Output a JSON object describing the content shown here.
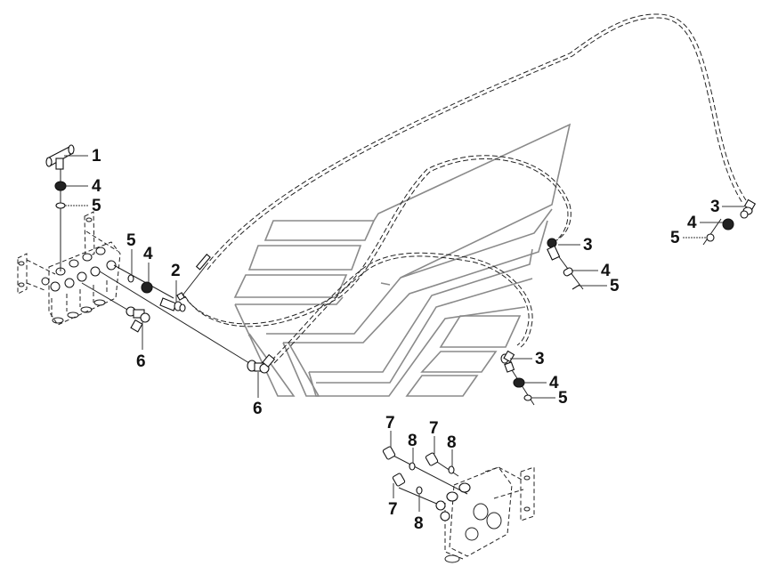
{
  "diagram": {
    "title": "Hydraulic brake line assembly exploded view",
    "callouts": [
      {
        "id": "c1-top",
        "label": "1",
        "part": "tee-fitting"
      },
      {
        "id": "c4-top",
        "label": "4",
        "part": "nut"
      },
      {
        "id": "c5-top",
        "label": "5",
        "part": "o-ring"
      },
      {
        "id": "c5-mid",
        "label": "5",
        "part": "o-ring"
      },
      {
        "id": "c4-mid",
        "label": "4",
        "part": "nut"
      },
      {
        "id": "c2",
        "label": "2",
        "part": "union-fitting"
      },
      {
        "id": "c6-left",
        "label": "6",
        "part": "elbow-fitting"
      },
      {
        "id": "c6-center",
        "label": "6",
        "part": "elbow-fitting"
      },
      {
        "id": "c3-center",
        "label": "3",
        "part": "elbow-fitting"
      },
      {
        "id": "c4-center",
        "label": "4",
        "part": "nut"
      },
      {
        "id": "c5-center",
        "label": "5",
        "part": "o-ring"
      },
      {
        "id": "c3-lower",
        "label": "3",
        "part": "elbow-fitting"
      },
      {
        "id": "c4-lower",
        "label": "4",
        "part": "nut"
      },
      {
        "id": "c5-lower",
        "label": "5",
        "part": "o-ring"
      },
      {
        "id": "c3-right",
        "label": "3",
        "part": "elbow-fitting"
      },
      {
        "id": "c4-right",
        "label": "4",
        "part": "nut"
      },
      {
        "id": "c5-right",
        "label": "5",
        "part": "o-ring"
      },
      {
        "id": "c7-a",
        "label": "7",
        "part": "plug"
      },
      {
        "id": "c8-a",
        "label": "8",
        "part": "o-ring"
      },
      {
        "id": "c7-b",
        "label": "7",
        "part": "plug"
      },
      {
        "id": "c8-b",
        "label": "8",
        "part": "o-ring"
      },
      {
        "id": "c7-c",
        "label": "7",
        "part": "plug"
      },
      {
        "id": "c8-c",
        "label": "8",
        "part": "o-ring"
      }
    ]
  },
  "colors": {
    "line": "#111111",
    "tractor_outline": "#8a8a8a",
    "background": "#ffffff"
  }
}
